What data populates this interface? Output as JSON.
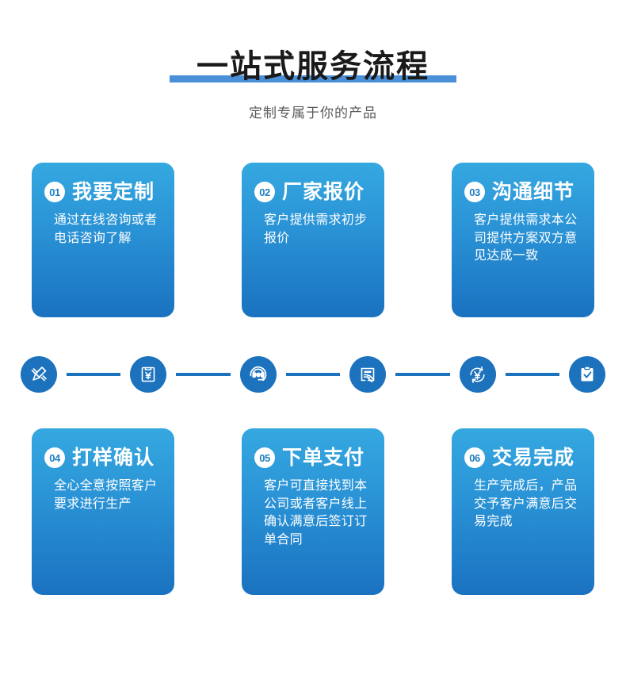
{
  "header": {
    "title": "一站式服务流程",
    "subtitle": "定制专属于你的产品",
    "underline_color": "#4a90d9"
  },
  "theme": {
    "card_gradient_top": "#35a8e0",
    "card_gradient_bottom": "#1a72c0",
    "icon_blue": "#1c72bd",
    "badge_text_color": "#1f7fc4",
    "background": "#ffffff"
  },
  "steps": [
    {
      "number": "01",
      "title": "我要定制",
      "desc": "通过在线咨询或者电话咨询了解"
    },
    {
      "number": "02",
      "title": "厂家报价",
      "desc": "客户提供需求初步报价"
    },
    {
      "number": "03",
      "title": "沟通细节",
      "desc": "客户提供需求本公司提供方案双方意见达成一致"
    },
    {
      "number": "04",
      "title": "打样确认",
      "desc": "全心全意按照客户要求进行生产"
    },
    {
      "number": "05",
      "title": "下单支付",
      "desc": "客户可直接找到本公司或者客户线上确认满意后签订订单合同"
    },
    {
      "number": "06",
      "title": "交易完成",
      "desc": "生产完成后，产品交予客户满意后交易完成"
    }
  ],
  "icon_strip": {
    "icons": [
      "design-pen-ruler-icon",
      "clipboard-yuan-quote-icon",
      "headset-support-icon",
      "contract-tag-icon",
      "yuan-refresh-payment-icon",
      "clipboard-check-icon"
    ]
  }
}
